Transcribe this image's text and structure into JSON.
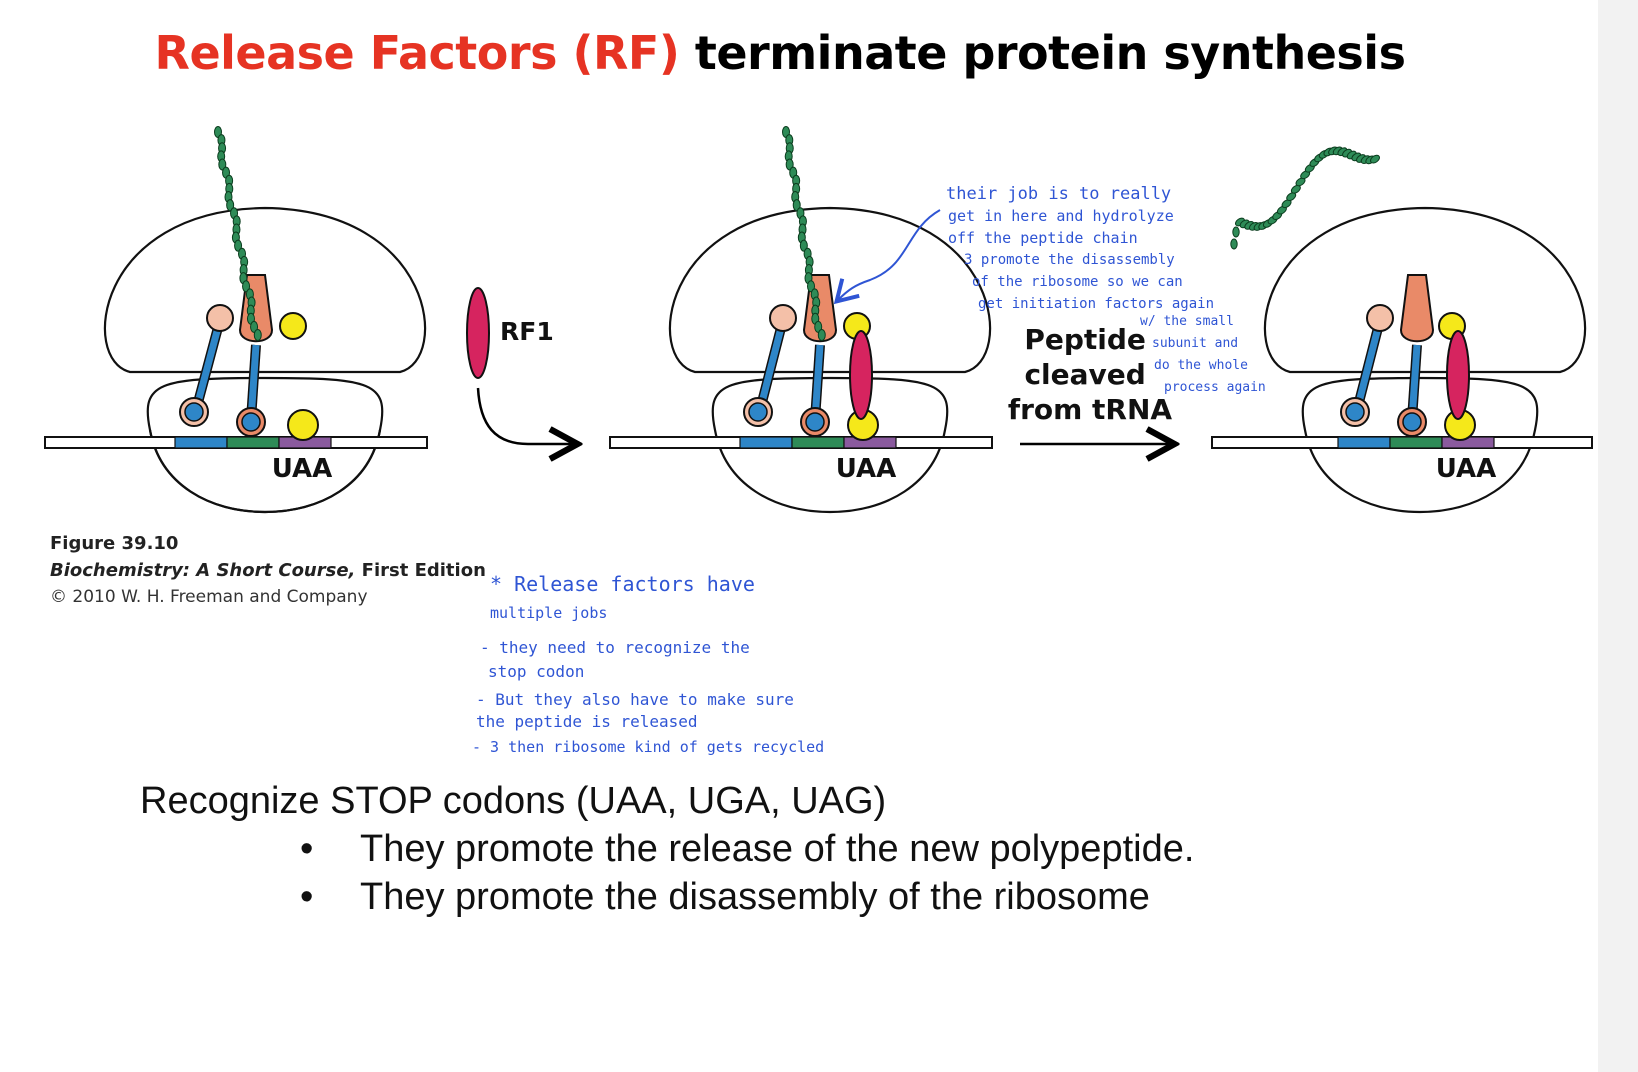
{
  "title": {
    "highlight": "Release Factors (RF)",
    "rest": " terminate protein synthesis"
  },
  "diagram": {
    "codon_label": "UAA",
    "rf1_label": "RF1",
    "step2_label_lines": [
      "Peptide",
      "cleaved",
      "from tRNA"
    ]
  },
  "caption": {
    "figure": "Figure 39.10",
    "book": "Biochemistry: A Short Course,",
    "edition": " First Edition",
    "copyright": "© 2010 W. H. Freeman and Company"
  },
  "handwritten_top": [
    "their job is to really",
    "get in here  and hydrolyze",
    "off the peptide chain",
    "3 promote the disassembly",
    "of the ribosome so we can",
    "get initiation factors again",
    "w/ the small",
    "subunit and",
    "do the whole",
    "process again"
  ],
  "handwritten_mid": [
    "* Release  factors have",
    "multiple jobs",
    "- they need to recognize the",
    "stop codon",
    "- But they also have to make sure",
    "the peptide is released",
    "- 3 then ribosome kind of gets recycled"
  ],
  "summary": {
    "heading": "Recognize STOP codons (UAA, UGA, UAG)",
    "bullets": [
      "They promote the release of the new polypeptide.",
      "They promote the disassembly of the ribosome"
    ]
  },
  "colors": {
    "title_red": "#e63323",
    "handwriting_blue": "#2f55d4",
    "trna_blue": "#2e86c8",
    "rf_magenta": "#d6245f",
    "peptide_green": "#2e8b57",
    "trna_salmon": "#e98a68",
    "yellow": "#f5e81a",
    "codon_purple": "#8a5a9e"
  }
}
